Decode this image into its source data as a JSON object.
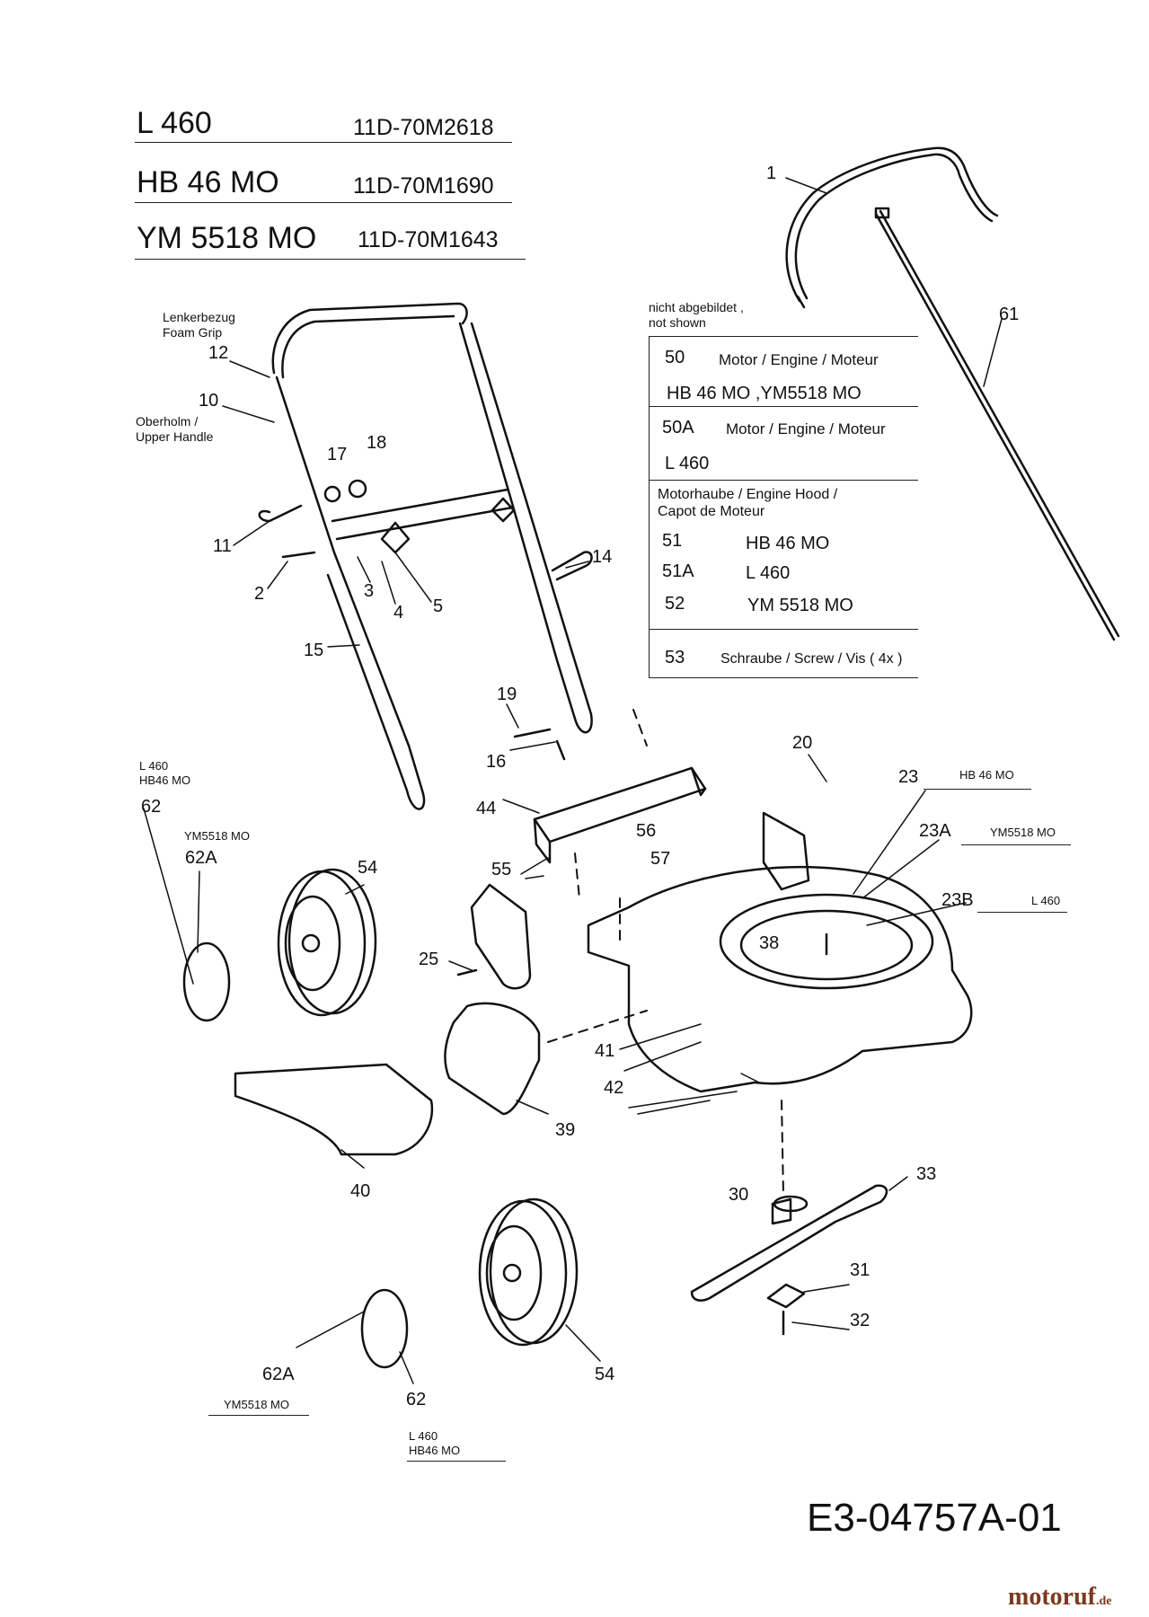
{
  "header": {
    "models": [
      {
        "name": "L 460",
        "code": "11D-70M2618"
      },
      {
        "name": "HB 46 MO",
        "code": "11D-70M1690"
      },
      {
        "name": "YM 5518 MO",
        "code": "11D-70M1643"
      }
    ]
  },
  "not_shown": {
    "heading_de": "nicht abgebildet ,",
    "heading_en": "not shown",
    "rows": [
      {
        "num": "50",
        "desc": "Motor / Engine / Moteur"
      },
      {
        "num": "",
        "desc": "HB 46 MO ,YM5518 MO"
      },
      {
        "num": "50A",
        "desc": "Motor / Engine / Moteur"
      },
      {
        "num": "",
        "desc": "L 460"
      },
      {
        "num": "",
        "desc": "Motorhaube / Engine Hood /"
      },
      {
        "num": "",
        "desc": "Capot de Moteur"
      },
      {
        "num": "51",
        "desc": "HB 46 MO"
      },
      {
        "num": "51A",
        "desc": "L 460"
      },
      {
        "num": "52",
        "desc": "YM 5518 MO"
      },
      {
        "num": "53",
        "desc": "Schraube / Screw / Vis ( 4x )"
      }
    ]
  },
  "labels": {
    "foam_grip_de": "Lenkerbezug",
    "foam_grip_en": "Foam Grip",
    "upper_handle_de": "Oberholm /",
    "upper_handle_en": "Upper Handle",
    "l460_a": "L 460",
    "hb46_a": "HB46 MO",
    "ym_a": "YM5518 MO",
    "hb46_23": "HB 46 MO",
    "ym_23a": "YM5518 MO",
    "l460_23b": "L 460",
    "ym_b": "YM5518 MO",
    "l460_b": "L 460",
    "hb46_b": "HB46 MO"
  },
  "callouts": {
    "c1": "1",
    "c61": "61",
    "c12": "12",
    "c10": "10",
    "c17": "17",
    "c18": "18",
    "c11": "11",
    "c2": "2",
    "c3": "3",
    "c4": "4",
    "c5": "5",
    "c14": "14",
    "c15": "15",
    "c19": "19",
    "c16": "16",
    "c20": "20",
    "c23": "23",
    "c23a": "23A",
    "c23b": "23B",
    "c44": "44",
    "c56": "56",
    "c57": "57",
    "c55": "55",
    "c62": "62",
    "c62a": "62A",
    "c54": "54",
    "c25": "25",
    "c38": "38",
    "c41": "41",
    "c42": "42",
    "c39": "39",
    "c40": "40",
    "c30": "30",
    "c33": "33",
    "c31": "31",
    "c32": "32",
    "c62a_b": "62A",
    "c62_b": "62",
    "c54_b": "54"
  },
  "footer": {
    "doc_number": "E3-04757A-01",
    "logo": "motoruf",
    "logo_tld": ".de"
  }
}
